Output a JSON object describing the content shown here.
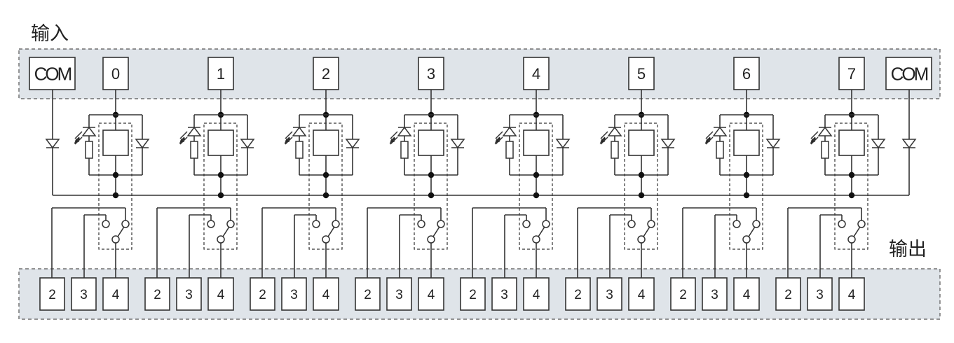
{
  "input_title": "输入",
  "output_title": "输出",
  "input_terminals": {
    "com_left": "COM",
    "channels": [
      "0",
      "1",
      "2",
      "3",
      "4",
      "5",
      "6",
      "7"
    ],
    "com_right": "COM"
  },
  "output_terminals": [
    "2",
    "3",
    "4"
  ],
  "colors": {
    "band_fill": "#dfe4e9",
    "line": "#333333",
    "background": "#ffffff"
  }
}
